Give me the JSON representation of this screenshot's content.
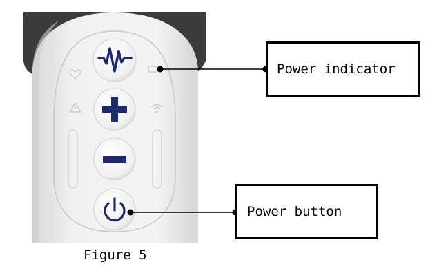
{
  "labels": {
    "power_indicator": "Power indicator",
    "power_button": "Power button"
  },
  "caption": "Figure 5",
  "colors": {
    "button_icon": "#1d2a6e",
    "device_body": "#eceaea",
    "device_back": "#3b3b3b",
    "leader_line": "#000000"
  },
  "icons": {
    "heart": "heart-icon",
    "battery": "battery-icon",
    "warning": "warning-icon",
    "wifi": "wifi-icon",
    "waveform": "waveform-icon",
    "plus": "plus-icon",
    "minus": "minus-icon",
    "power": "power-icon"
  }
}
